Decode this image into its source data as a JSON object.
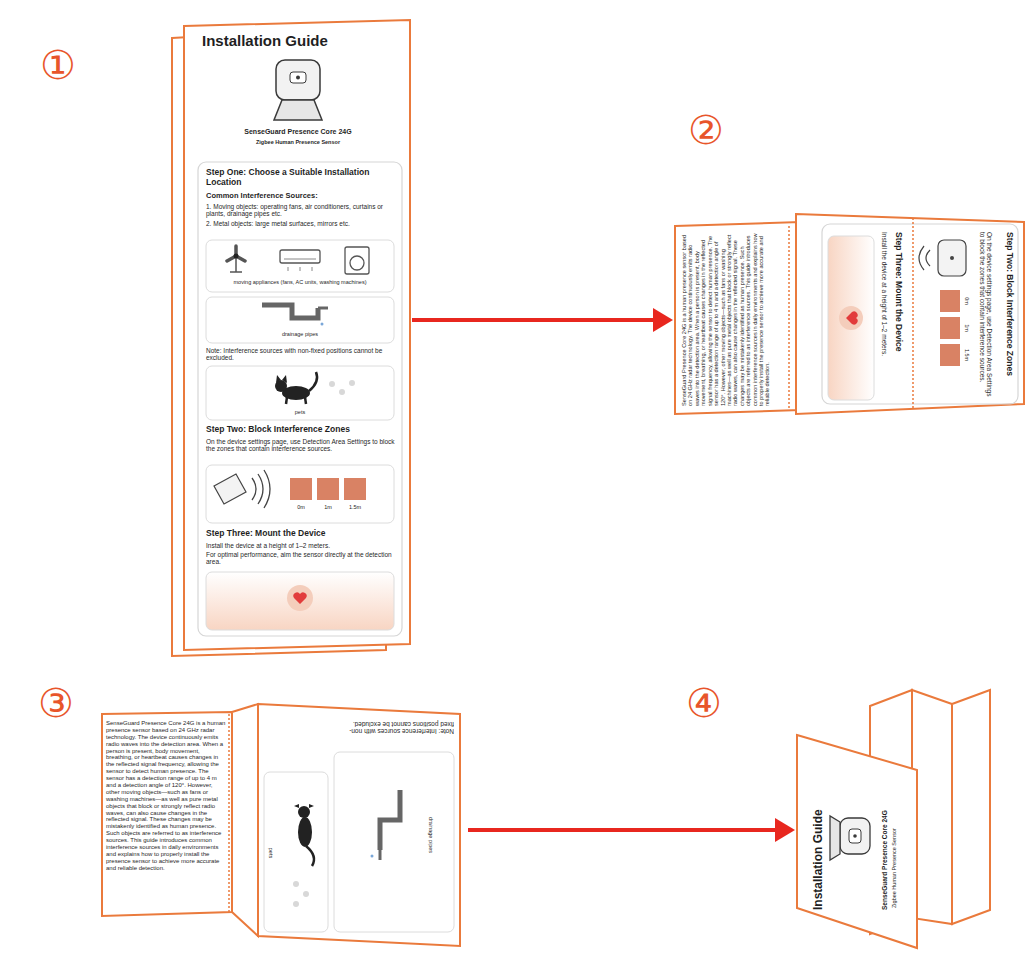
{
  "diagram": {
    "nodes": [
      {
        "text": [
          "Installation Guide",
          "SenseGuard Presence Core 24G",
          "Zigbee Human Presence Sensor"
        ]
      },
      {
        "text": [
          "Step One: Choose a Suitable Installation Location",
          "Common Interference Sources:",
          "1. Moving objects: operating fans, air conditioners, curtains or plants, drainage pipes etc.",
          "2. Metal objects: large metal surfaces, mirrors etc.",
          "Note: Interference sources with non-fixed positions cannot be excluded.",
          "Step Two: Block Interference Zones",
          "On the device settings page, use Detection Area Settings to block the zones that contain interference sources.",
          "Step Three: Mount the Device",
          "Install the device at a height of 1–2 meters.",
          "For optimal performance, aim the sensor directly at the detection area."
        ],
        "in": 0
      },
      {
        "text": [
          "moving appliances (fans, AC units, washing machines)"
        ],
        "in": 1
      },
      {
        "text": [
          "drainage pipes"
        ],
        "in": 1
      },
      {
        "text": [
          "pets"
        ],
        "in": 1
      },
      {
        "text": [
          "0m",
          "1m",
          "1.5m"
        ],
        "in": 1
      },
      {
        "text": [
          "SenseGuard Presence Core 24G is a human presence sensor based on 24 GHz radar technology. The device continuously emits radio waves into the detection area. When a person is present, body movement, breathing, or heartbeat causes changes in the reflected signal frequency, allowing the sensor to detect human presence. The sensor has a detection range of up to 4 m and a detection angle of 120°. However, other moving objects—such as fans or washing machines—as well as pure metal objects that block or strongly reflect radio waves, can also cause changes in the reflected signal. These changes may be mistakenly identified as human presence. Such objects are referred to as interference sources. This guide introduces common interference sources in daily environments and explains how to properly install the presence sensor to achieve more accurate and reliable detection.",
          "Step Two: Block Interference Zones",
          "On the device settings page, use Detection Area Settings to block the zones that contain interference sources.",
          "0m",
          "1m",
          "1.5m",
          "Step Three: Mount the Device",
          "Install the device at a height of 1–2 meters."
        ]
      },
      {
        "text": [
          "SenseGuard Presence Core 24G is a human presence sensor based on 24 GHz radar technology. The device continuously emits radio waves into the detection area. When a person is present, body movement, breathing, or heartbeat causes changes in the reflected signal frequency, allowing the sensor to detect human presence. The sensor has a detection range of up to 4 m and a detection angle of 120°. However, other moving objects—such as fans or washing machines—as well as pure metal objects that block or strongly reflect radio waves, can also cause changes in the reflected signal. These changes may be mistakenly identified as human presence. Such objects are referred to as interference sources. This guide introduces common interference sources in daily environments and explains how to properly install the presence sensor to achieve more accurate and reliable detection.",
          "Note: Interference sources with non-fixed positions cannot be excluded.",
          "pets",
          "drainage pipes"
        ]
      },
      {
        "text": [
          "Installation Guide",
          "SenseGuard Presence Core 24G",
          "Zigbee Human Presence Sensor"
        ]
      }
    ],
    "edges": [
      {
        "from": 0,
        "to": 6,
        "arrow": "to"
      },
      {
        "from": 7,
        "to": 8,
        "arrow": "to"
      }
    ],
    "labels": [
      "①",
      "②",
      "③",
      "④"
    ]
  }
}
